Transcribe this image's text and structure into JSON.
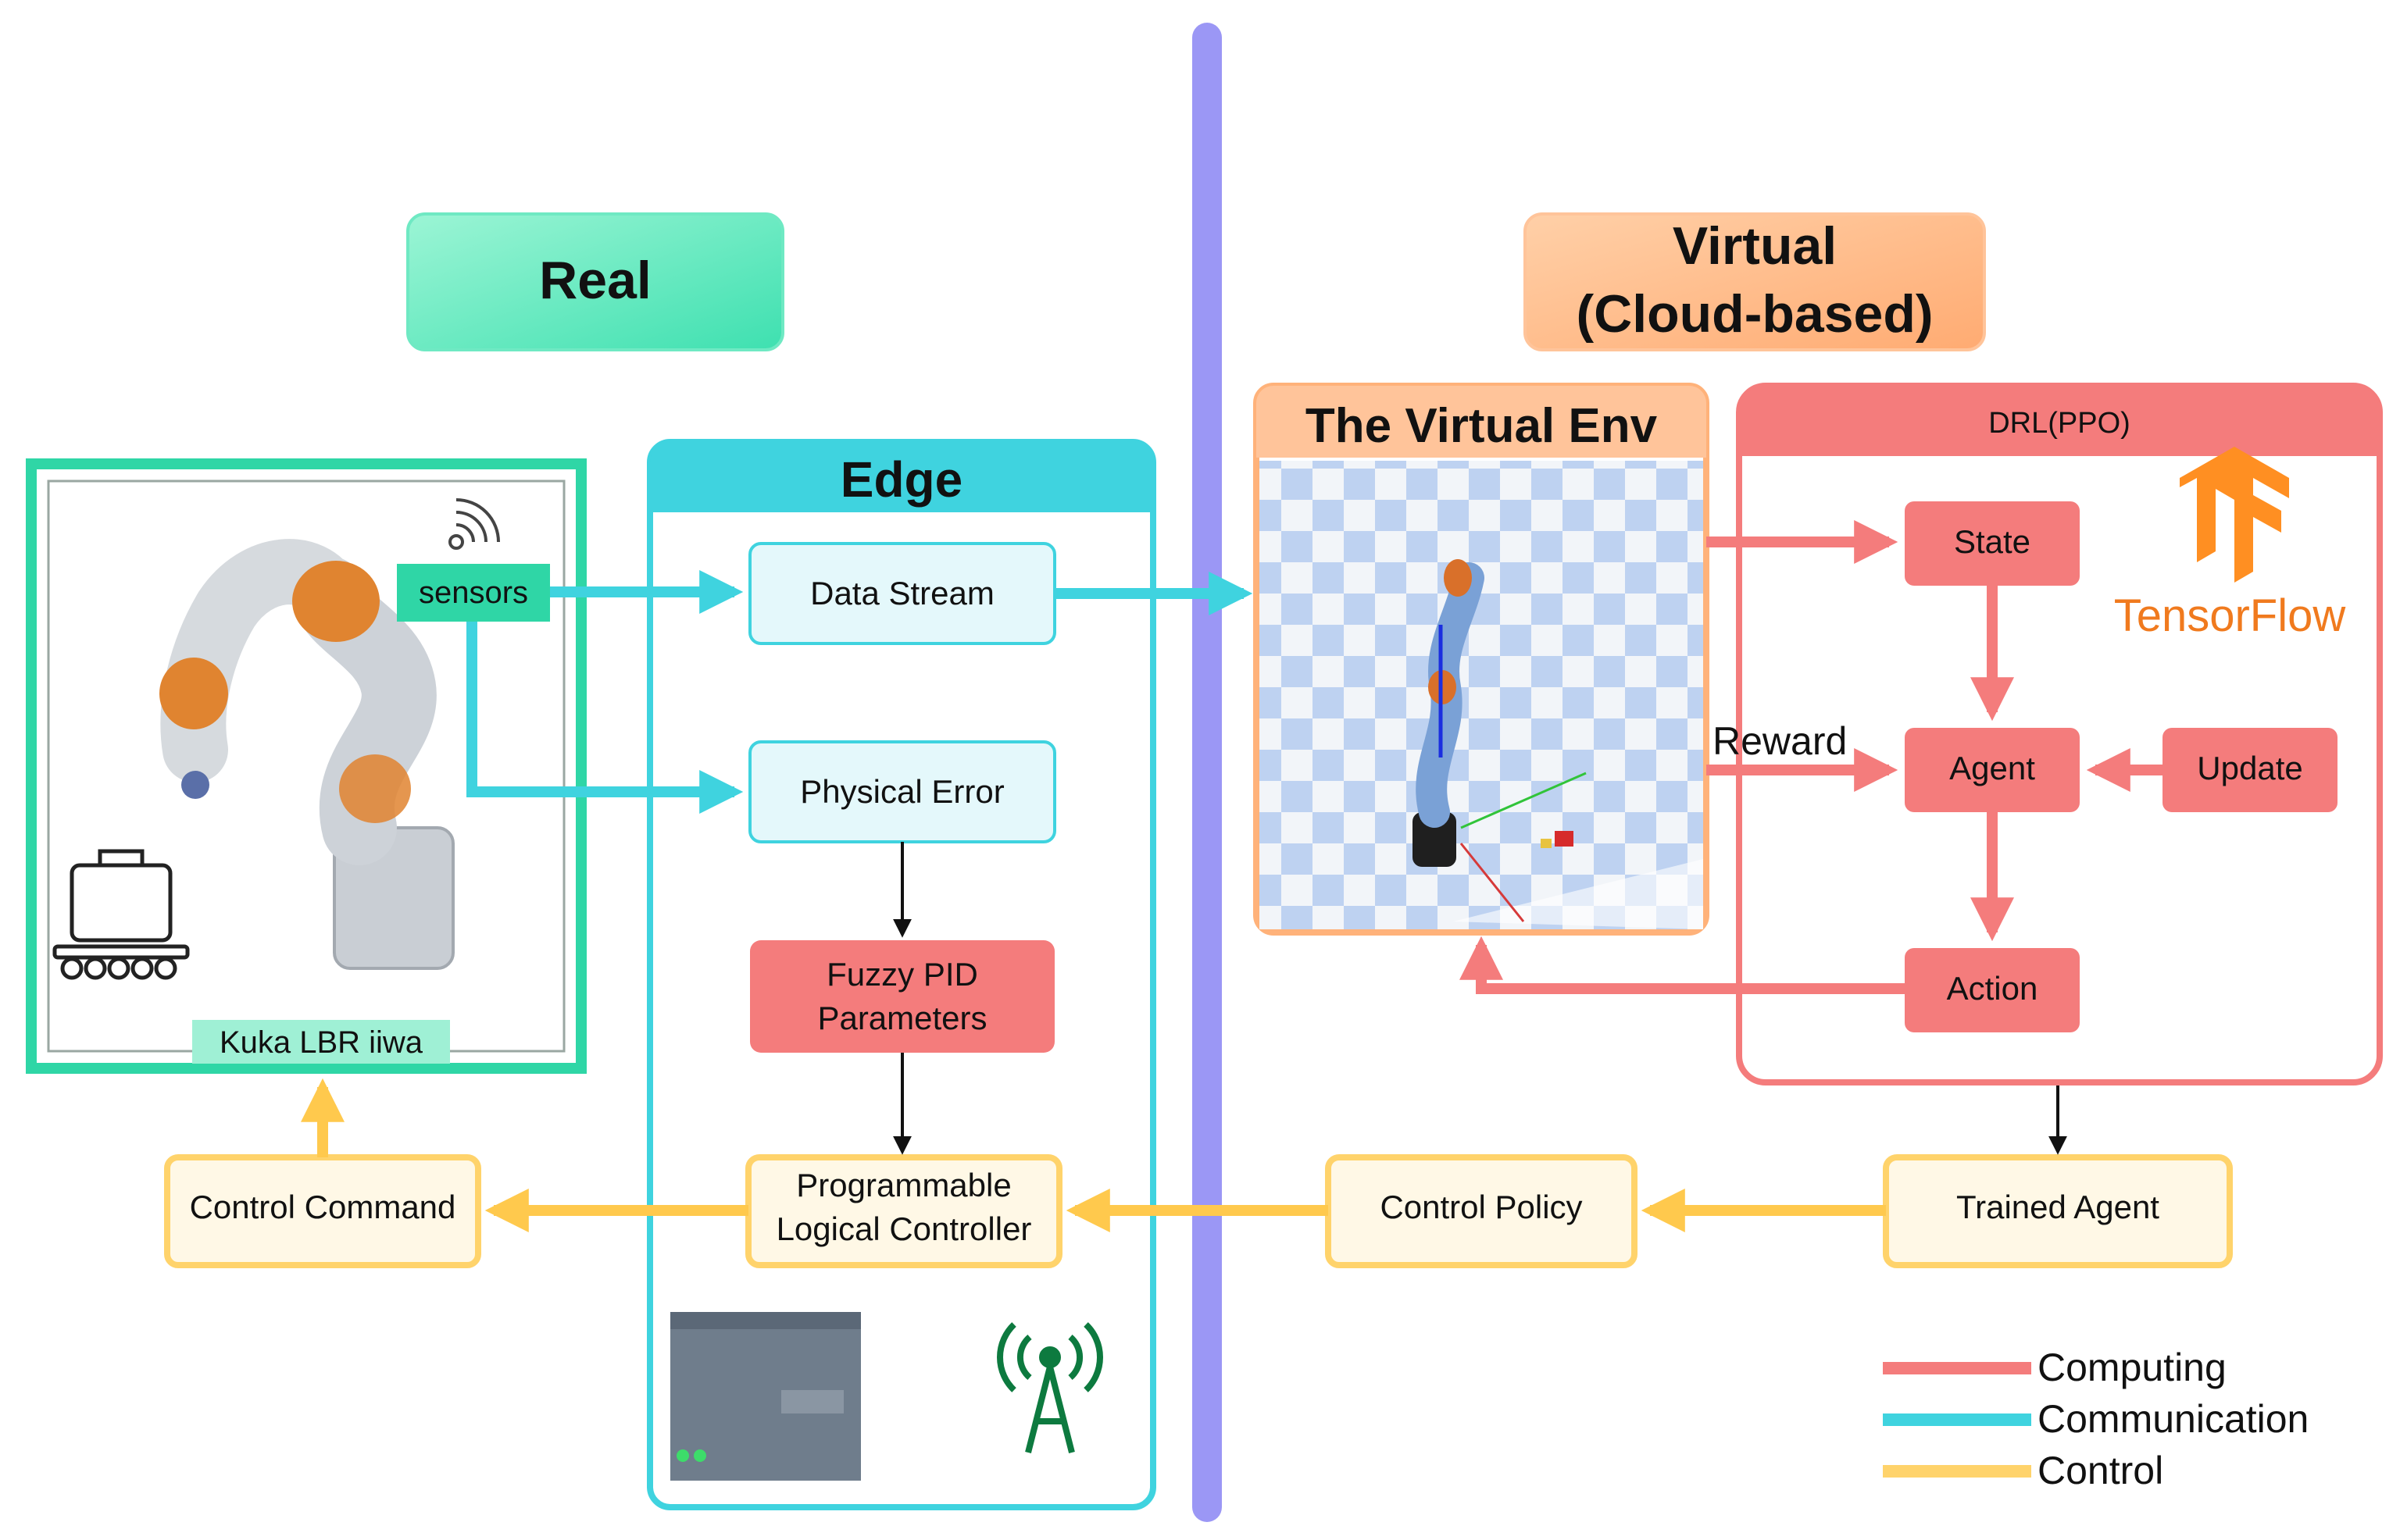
{
  "real_label": "Real",
  "virtual_label_line1": "Virtual",
  "virtual_label_line2": "(Cloud-based)",
  "robot": {
    "sensors_label": "sensors",
    "name": "Kuka LBR iiwa"
  },
  "edge": {
    "title": "Edge",
    "data_stream": "Data Stream",
    "physical_error": "Physical Error",
    "fuzzy_pid_line1": "Fuzzy PID",
    "fuzzy_pid_line2": "Parameters",
    "plc_line1": "Programmable",
    "plc_line2": "Logical Controller"
  },
  "virtual_env": {
    "title": "The Virtual Env"
  },
  "drl": {
    "title": "DRL(PPO)",
    "state": "State",
    "agent": "Agent",
    "update": "Update",
    "action": "Action",
    "reward": "Reward",
    "tf_logo_text": "TensorFlow"
  },
  "control": {
    "command": "Control Command",
    "policy": "Control Policy",
    "trained_agent": "Trained Agent"
  },
  "legend": [
    {
      "label": "Computing",
      "color": "#f47c7c"
    },
    {
      "label": "Communication",
      "color": "#3fd3df"
    },
    {
      "label": "Control",
      "color": "#ffd36b"
    }
  ],
  "colors": {
    "computing": "#f47c7c",
    "communication": "#3fd3df",
    "control": "#ffc94d",
    "real_green": "#2fd6a6",
    "virtual_orange": "#ffa96b",
    "divider": "#9b97f5"
  }
}
